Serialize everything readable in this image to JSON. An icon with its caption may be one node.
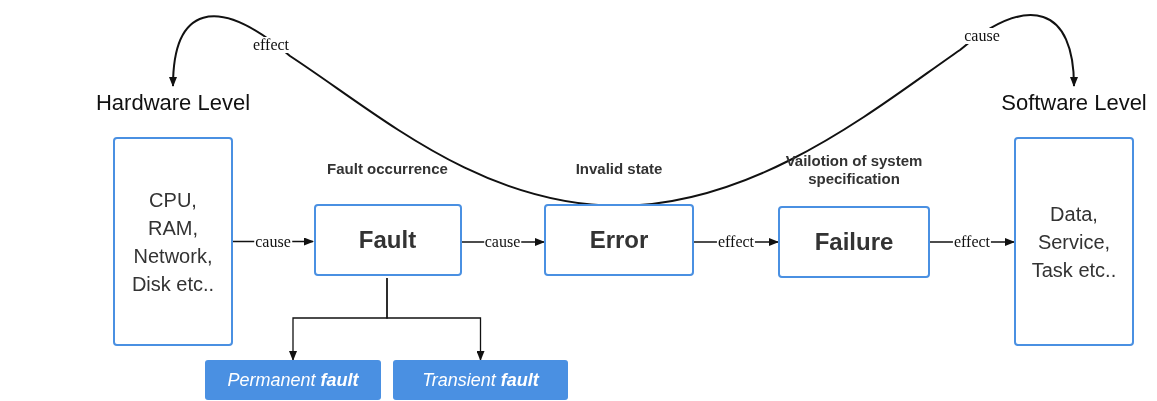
{
  "diagram": {
    "nodes": [
      {
        "text": [
          "Hardware Level",
          "CPU, RAM, Network, Disk etc.."
        ]
      },
      {
        "text": [
          "Fault occurrence",
          "Fault"
        ]
      },
      {
        "text": [
          "Invalid state",
          "Error"
        ]
      },
      {
        "text": [
          "Vailotion of system specification",
          "Failure"
        ]
      },
      {
        "text": [
          "Software Level",
          "Data, Service, Task etc.."
        ]
      },
      {
        "text": [
          "Permanent **fault**"
        ]
      },
      {
        "text": [
          "Transient **fault**"
        ]
      }
    ],
    "edges": [
      {
        "from": 0,
        "to": 1,
        "arrow": "to",
        "label": "cause"
      },
      {
        "from": 1,
        "to": 2,
        "arrow": "to",
        "label": "cause"
      },
      {
        "from": 2,
        "to": 3,
        "arrow": "to",
        "label": "effect"
      },
      {
        "from": 3,
        "to": 4,
        "arrow": "to",
        "label": "effect"
      },
      {
        "from": 1,
        "to": 5,
        "arrow": "to"
      },
      {
        "from": 1,
        "to": 6,
        "arrow": "to"
      },
      {
        "from": 2,
        "to": 0,
        "arrow": "to",
        "label": "effect"
      },
      {
        "from": 2,
        "to": 4,
        "arrow": "to",
        "label": "cause"
      }
    ]
  }
}
